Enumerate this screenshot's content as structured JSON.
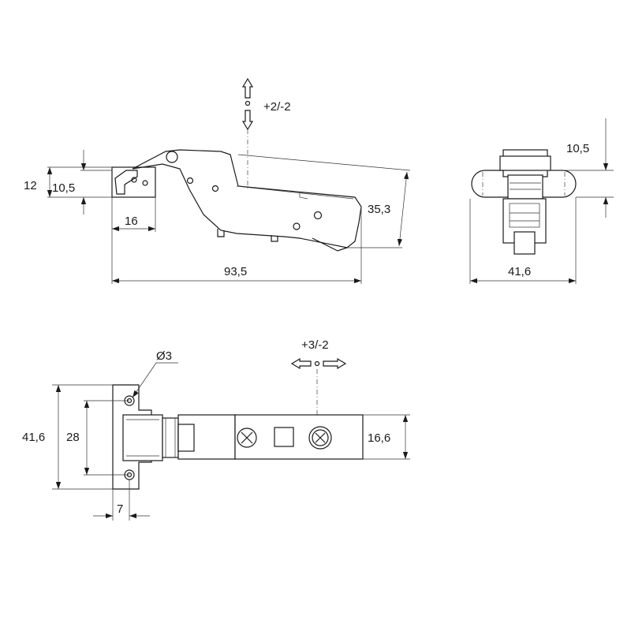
{
  "side_view": {
    "adjust_vertical": "+2/-2",
    "dim_height": "12",
    "dim_inner": "10,5",
    "dim_cup": "16",
    "dim_length": "93,5",
    "dim_depth": "35,3"
  },
  "front_view": {
    "dim_top": "10,5",
    "dim_width": "41,6"
  },
  "top_view": {
    "dim_hole": "Ø3",
    "adjust_lateral": "+3/-2",
    "dim_total": "41,6",
    "dim_hole_spacing": "28",
    "dim_arm_width": "16,6",
    "dim_offset": "7"
  }
}
